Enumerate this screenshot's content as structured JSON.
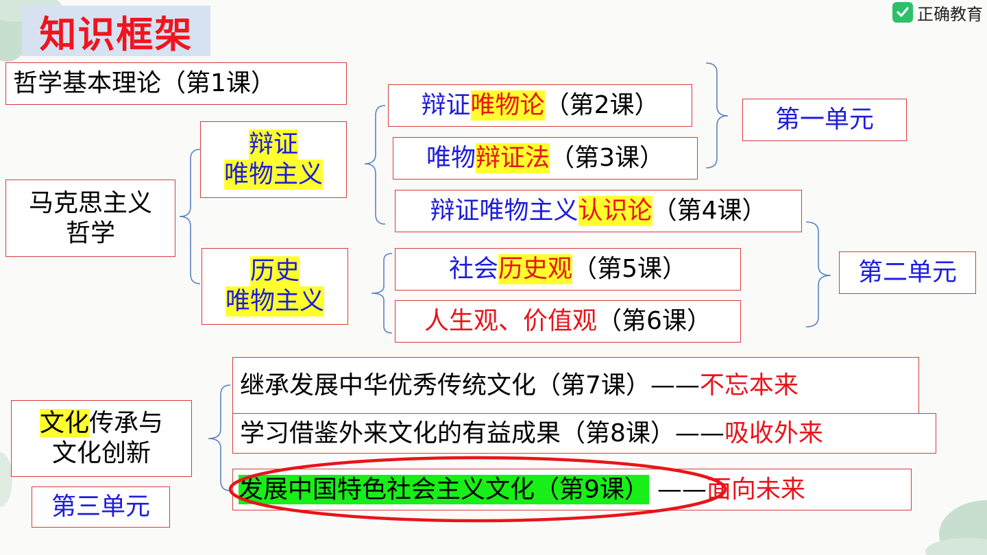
{
  "title": "知识框架",
  "logo": {
    "text": "正确教育",
    "icon": "check-icon",
    "color": "#2fbf6a"
  },
  "colors": {
    "border": "#d63a3a",
    "title": "#f0141e",
    "blue": "#1d1ddb",
    "red": "#e8141a",
    "highlight_yellow": "#ffff2e",
    "highlight_green": "#18ee18",
    "bracket": "#5b7fc7",
    "ring": "#e8141a"
  },
  "lesson1": "哲学基本理论（第1课）",
  "marxism": {
    "line1": "马克思主义",
    "line2": "哲学"
  },
  "dialectical": {
    "line1": "辩证",
    "line2": "唯物主义"
  },
  "historical": {
    "line1": "历史",
    "line2": "唯物主义"
  },
  "lesson2": {
    "a": "辩证",
    "b": "唯物论",
    "c": "（第2课）"
  },
  "lesson3": {
    "a": "唯物",
    "b": "辩证法",
    "c": "（第3课）"
  },
  "lesson4": {
    "a": "辩证唯物主义",
    "b": "认识论",
    "c": "（第4课）"
  },
  "lesson5": {
    "a": "社会",
    "b": "历史观",
    "c": "（第5课）"
  },
  "lesson6": {
    "a": "人生观、价值观",
    "c": "（第6课）"
  },
  "unit1": "第一单元",
  "unit2": "第二单元",
  "unit3": "第三单元",
  "culture": {
    "hl": "文化",
    "rest": "传承与",
    "line2": "文化创新"
  },
  "lesson7": {
    "a": "继承发展中华优秀传统文化（第7课）——",
    "b": "不忘本来"
  },
  "lesson8": {
    "a": "学习借鉴外来文化的有益成果（第8课）——",
    "b": "吸收外来"
  },
  "lesson9": {
    "a": "发展中国特色社会主义文化（第9课）",
    "dash": "——",
    "b": "面向未来"
  }
}
